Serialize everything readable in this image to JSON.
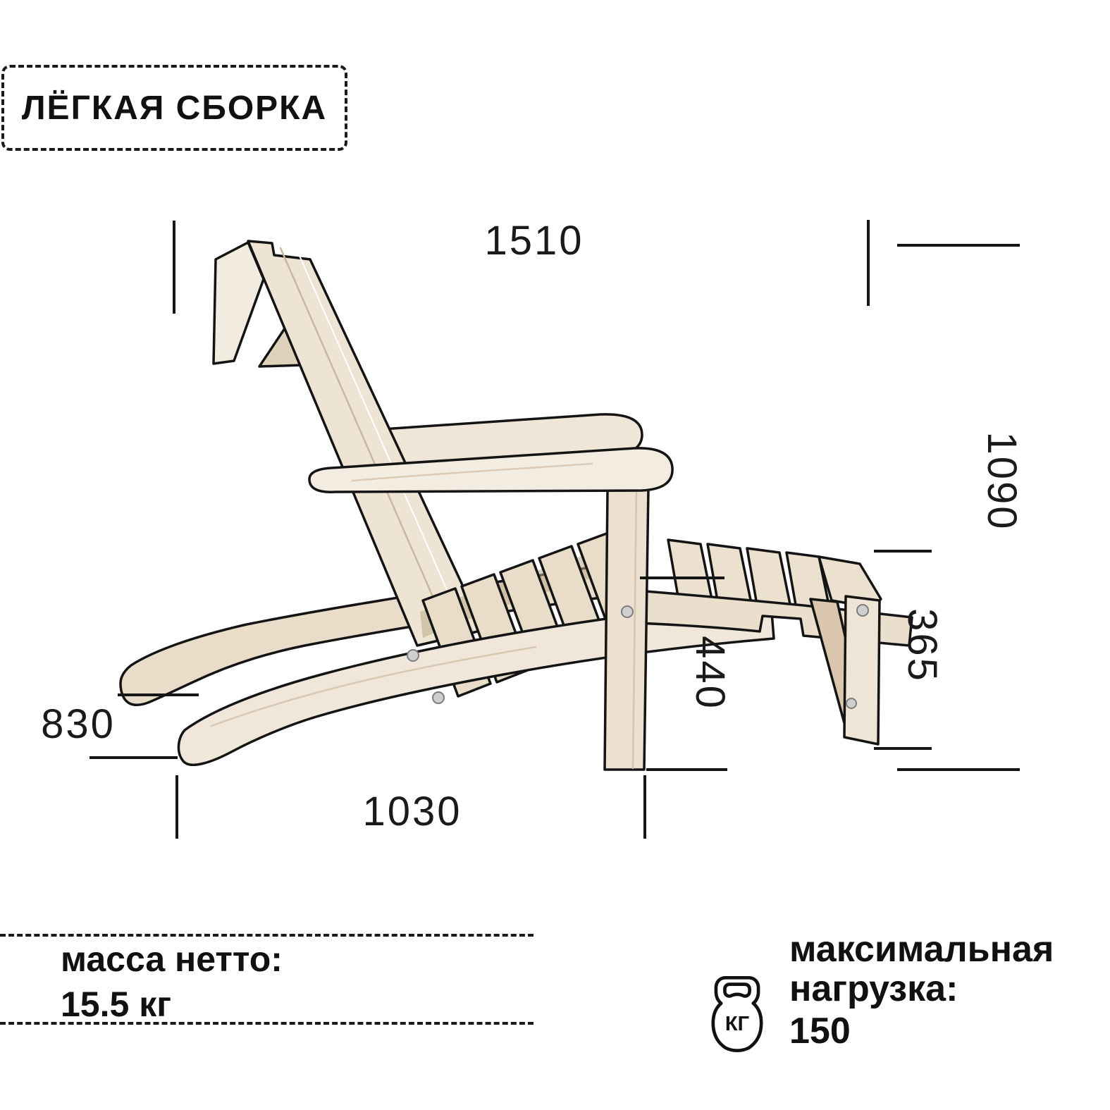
{
  "badge": {
    "label": "ЛЁГКАЯ СБОРКА"
  },
  "dimensions": {
    "overall_length": "1510",
    "overall_height": "1090",
    "footrest_height": "365",
    "seat_height": "440",
    "front_height": "830",
    "chair_depth": "1030"
  },
  "weight": {
    "line1": "масса нетто:",
    "line2": "15.5 кг"
  },
  "load": {
    "line1": "максимальная",
    "line2": "нагрузка:",
    "value": "150",
    "icon_label": "КГ"
  },
  "colors": {
    "ink": "#161616",
    "wood_light": "#f2ebdf",
    "wood_mid": "#e6d9c6",
    "wood_dark": "#d5c2aa",
    "outline": "#141414"
  }
}
